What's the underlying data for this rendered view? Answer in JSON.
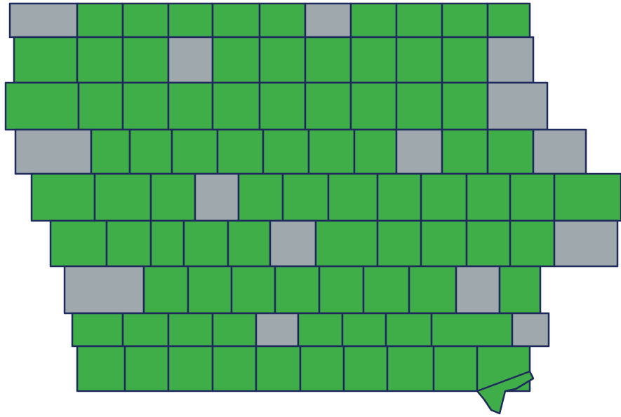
{
  "colors": {
    "active": "#3fae49",
    "inactive": "#9ea8ad",
    "border": "#1f2a5c",
    "background": "#ffffff"
  },
  "rows": [
    [
      {
        "s": "inactive"
      },
      {
        "s": "active"
      },
      {
        "s": "active"
      },
      {
        "s": "active"
      },
      {
        "s": "active"
      },
      {
        "s": "active"
      },
      {
        "s": "inactive"
      },
      {
        "s": "active"
      },
      {
        "s": "active"
      },
      {
        "s": "active"
      },
      {
        "s": "active"
      }
    ],
    [
      {
        "s": "active"
      },
      {
        "s": "active"
      },
      {
        "s": "active"
      },
      {
        "s": "inactive"
      },
      {
        "s": "active"
      },
      {
        "s": "active"
      },
      {
        "s": "active"
      },
      {
        "s": "active"
      },
      {
        "s": "active"
      },
      {
        "s": "active"
      },
      {
        "s": "inactive"
      }
    ],
    [
      {
        "s": "active"
      },
      {
        "s": "active"
      },
      {
        "s": "active"
      },
      {
        "s": "active"
      },
      {
        "s": "active"
      },
      {
        "s": "active"
      },
      {
        "s": "active"
      },
      {
        "s": "active"
      },
      {
        "s": "active"
      },
      {
        "s": "active"
      },
      {
        "s": "inactive"
      }
    ],
    [
      {
        "s": "inactive"
      },
      {
        "s": "active"
      },
      {
        "s": "active"
      },
      {
        "s": "active"
      },
      {
        "s": "active"
      },
      {
        "s": "active"
      },
      {
        "s": "active"
      },
      {
        "s": "active"
      },
      {
        "s": "inactive"
      },
      {
        "s": "active"
      },
      {
        "s": "active"
      },
      {
        "s": "inactive"
      }
    ],
    [
      {
        "s": "active"
      },
      {
        "s": "active"
      },
      {
        "s": "active"
      },
      {
        "s": "inactive"
      },
      {
        "s": "active"
      },
      {
        "s": "active"
      },
      {
        "s": "active"
      },
      {
        "s": "active"
      },
      {
        "s": "active"
      },
      {
        "s": "active"
      },
      {
        "s": "active"
      },
      {
        "s": "active"
      }
    ],
    [
      {
        "s": "active"
      },
      {
        "s": "active"
      },
      {
        "s": "active"
      },
      {
        "s": "active"
      },
      {
        "s": "active"
      },
      {
        "s": "inactive"
      },
      {
        "s": "active"
      },
      {
        "s": "active"
      },
      {
        "s": "active"
      },
      {
        "s": "active"
      },
      {
        "s": "active"
      },
      {
        "s": "inactive"
      }
    ],
    [
      {
        "s": "inactive"
      },
      {
        "s": "active"
      },
      {
        "s": "active"
      },
      {
        "s": "active"
      },
      {
        "s": "active"
      },
      {
        "s": "active"
      },
      {
        "s": "active"
      },
      {
        "s": "active"
      },
      {
        "s": "inactive"
      },
      {
        "s": "active"
      }
    ],
    [
      {
        "s": "active"
      },
      {
        "s": "active"
      },
      {
        "s": "active"
      },
      {
        "s": "active"
      },
      {
        "s": "inactive"
      },
      {
        "s": "active"
      },
      {
        "s": "active"
      },
      {
        "s": "active"
      },
      {
        "s": "active"
      },
      {
        "s": "inactive"
      }
    ],
    [
      {
        "s": "active"
      },
      {
        "s": "active"
      },
      {
        "s": "active"
      },
      {
        "s": "active"
      },
      {
        "s": "active"
      },
      {
        "s": "active"
      },
      {
        "s": "active"
      },
      {
        "s": "active"
      },
      {
        "s": "active"
      },
      {
        "s": "active"
      }
    ]
  ]
}
